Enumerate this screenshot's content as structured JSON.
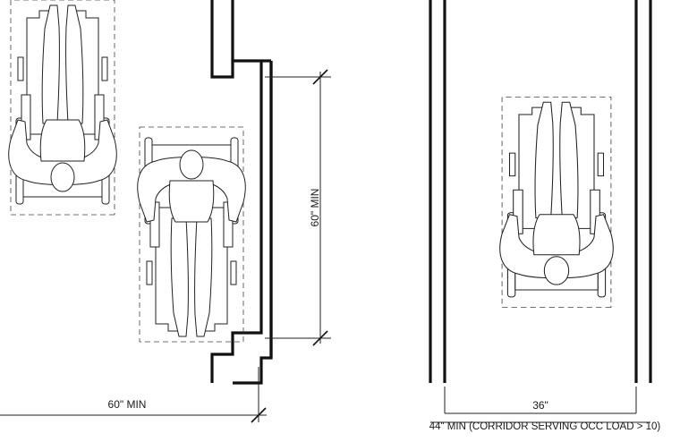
{
  "diagram": {
    "left": {
      "dim_width": "60\" MIN",
      "dim_alcove": "60\" MIN"
    },
    "right": {
      "dim_clear": "36\"",
      "dim_corridor": "44\" MIN (CORRIDOR SERVING OCC LOAD > 10)"
    }
  },
  "icons": {
    "wheelchair_user_top_left": "wheelchair-user-topview-icon",
    "wheelchair_user_bottom_left": "wheelchair-user-topview-icon",
    "wheelchair_user_right": "wheelchair-user-topview-icon"
  }
}
